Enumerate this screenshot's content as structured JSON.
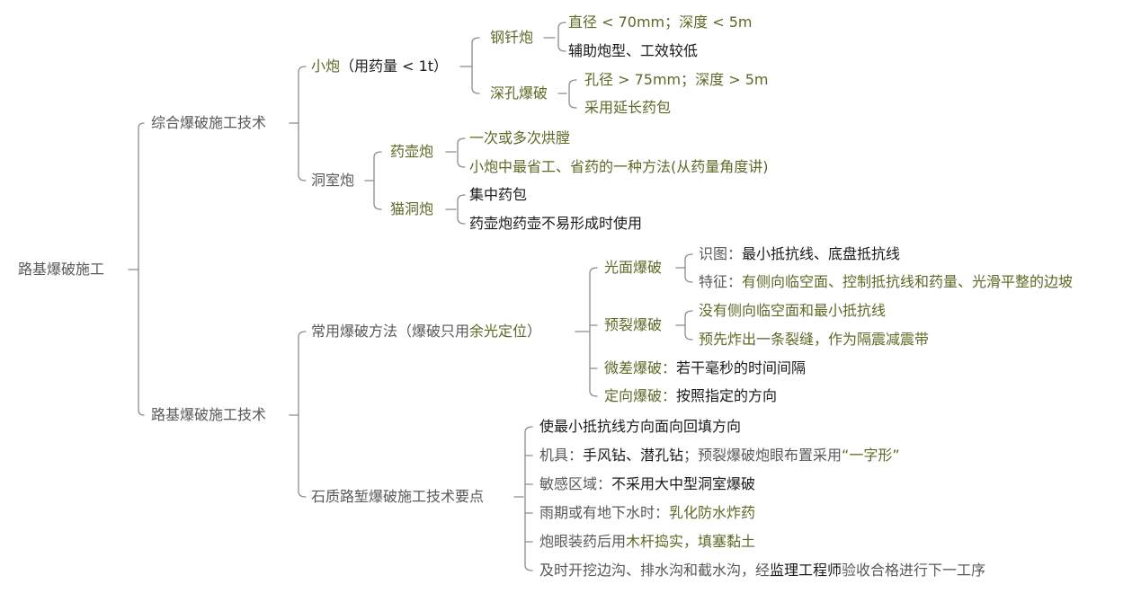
{
  "colors": {
    "line": "#8c8c8c",
    "gray_text": "#595959",
    "olive_text": "#5c6a26",
    "black_text": "#1a1a1a"
  },
  "root": "路基爆破施工",
  "b1": {
    "label": "综合爆破施工技术",
    "small": {
      "label_a": "小炮",
      "label_b": "（用药量 < 1t）",
      "gangqian": {
        "label": "钢钎炮",
        "item1": "直径 < 70mm；深度 < 5m",
        "item2": "辅助炮型、工效较低"
      },
      "shenkong": {
        "label": "深孔爆破",
        "item1": "孔径 > 75mm；深度 > 5m",
        "item2": "采用延长药包"
      }
    },
    "cave": {
      "label": "洞室炮",
      "yaohu": {
        "label": "药壶炮",
        "item1": "一次或多次烘膛",
        "item2": "小炮中最省工、省药的一种方法(从药量角度讲)"
      },
      "maodong": {
        "label": "猫洞炮",
        "item1": "集中药包",
        "item2": "药壶炮药壶不易形成时使用"
      }
    }
  },
  "b2": {
    "label": "路基爆破施工技术",
    "common": {
      "label_a": "常用爆破方法（爆破只用",
      "label_b": "余光定位",
      "label_c": "）",
      "guangmian": {
        "label": "光面爆破",
        "item1_a": "识图：",
        "item1_b": "最小抵抗线、底盘抵抗线",
        "item2_a": "特征：",
        "item2_b": "有侧向临空面、控制抵抗线和药量、光滑平整的边坡"
      },
      "yulie": {
        "label": "预裂爆破",
        "item1": "没有侧向临空面和最小抵抗线",
        "item2": "预先炸出一条裂缝，作为隔震减震带"
      },
      "weicha_a": "微差爆破：",
      "weicha_b": "若干毫秒的时间间隔",
      "dingxiang_a": "定向爆破：",
      "dingxiang_b": "按照指定的方向"
    },
    "rock": {
      "label": "石质路堑爆破施工技术要点",
      "item1": "使最小抵抗线方向面向回填方向",
      "item2_a": "机具：",
      "item2_b": "手风钻、潜孔钻",
      "item2_c": "；预裂爆破炮眼布置采用",
      "item2_d": "“一字形”",
      "item3_a": "敏感区域：",
      "item3_b": "不采用大中型洞室爆破",
      "item4_a": "雨期或有地下水时：",
      "item4_b": "乳化防水炸药",
      "item5_a": "炮眼装药后用",
      "item5_b": "木杆捣实，填塞黏土",
      "item6_a": "及时开挖边沟、排水沟和截水沟，经",
      "item6_b": "监理工程师",
      "item6_c": "验收合格进行下一工序"
    }
  }
}
